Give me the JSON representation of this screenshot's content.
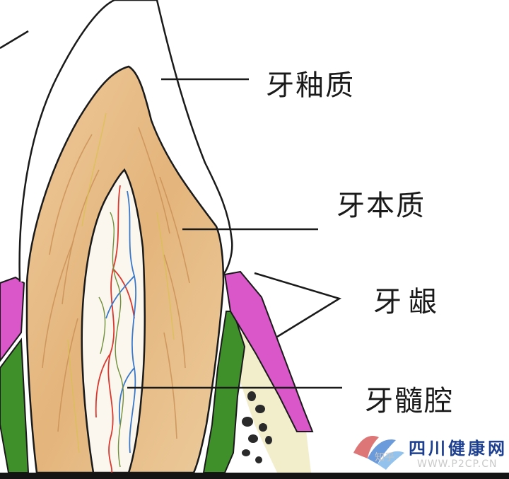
{
  "labels": {
    "enamel": "牙釉质",
    "dentin": "牙本质",
    "gum": "牙龈",
    "pulp_cavity": "牙髓腔"
  },
  "watermark": {
    "site_name": "四川健康网",
    "url": "WWW.P2CP.CN",
    "platform": "知乎"
  },
  "colors": {
    "dentin": "#e7bf8a",
    "gum": "#d957c9",
    "bone": "#3f8f2a",
    "pulp_red": "#d9382f",
    "pulp_blue": "#3a78c9"
  }
}
